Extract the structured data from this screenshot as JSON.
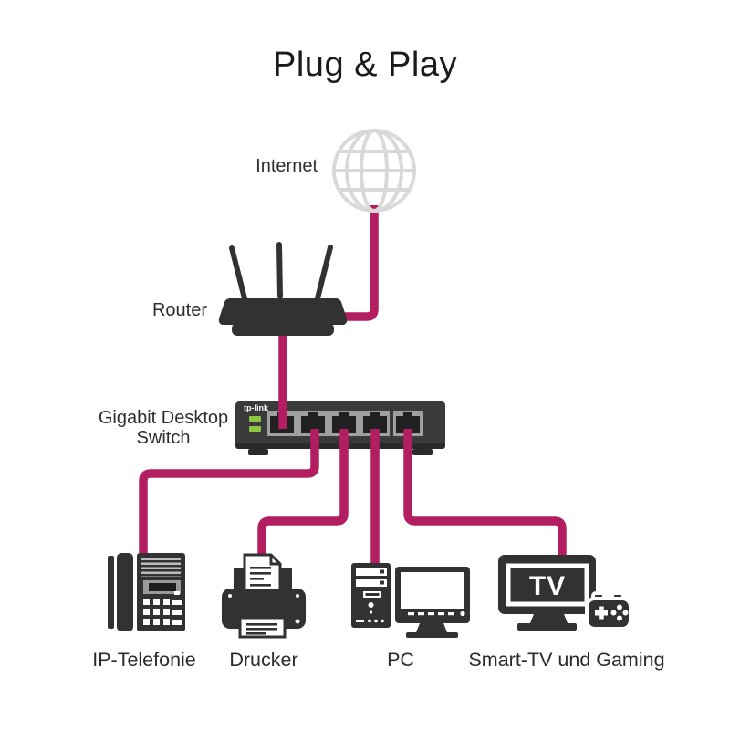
{
  "title": "Plug & Play",
  "colors": {
    "cable": "#b21e60",
    "dark": "#323232",
    "globe": "#d9d9d9",
    "led": "#8dc63f",
    "panel": "#a0a0a0",
    "switch_body": "#3a3a3a",
    "text": "#2e2e2e"
  },
  "internet": {
    "label": "Internet"
  },
  "router": {
    "label": "Router"
  },
  "switch": {
    "label_line1": "Gigabit Desktop",
    "label_line2": "Switch",
    "brand": "tp-link",
    "port_count": "5"
  },
  "devices": [
    {
      "label": "IP-Telefonie"
    },
    {
      "label": "Drucker"
    },
    {
      "label": "PC"
    },
    {
      "label": "Smart-TV und Gaming"
    }
  ],
  "tv": {
    "screen_text": "TV"
  }
}
